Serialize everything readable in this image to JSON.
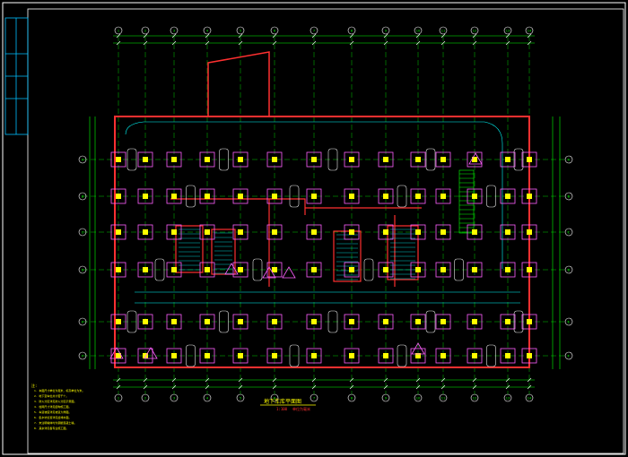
{
  "drawing": {
    "title": "地下车库平面图",
    "scale": "1:100",
    "scale_note": "单位为毫米"
  },
  "notes": {
    "heading": "注:",
    "items": [
      "1. 本图尺寸单位为毫米，标高单位为米。",
      "2. 地下室车位共计若干个。",
      "3. 防火分区详见防火分区示意图。",
      "4. 柱网尺寸详见结构施工图。",
      "5. 车道坡度详见坡道大样图。",
      "6. 集水坑位置详见给排水图。",
      "7. 未注明墙体均为钢筋混凝土墙。",
      "8. 其余详见各专业施工图。"
    ]
  },
  "grid_top": [
    "1",
    "2",
    "3",
    "4",
    "5",
    "6",
    "7",
    "8",
    "9",
    "10",
    "11",
    "12",
    "13",
    "14"
  ],
  "grid_left": [
    "A",
    "B",
    "C",
    "D",
    "E",
    "F"
  ],
  "colors": {
    "background": "#000000",
    "wall": "#ff3030",
    "column": "#ffff00",
    "pad": "#ff60ff",
    "car": "#e8e8e8",
    "dimension": "#00ff00",
    "ramp": "#00ffff",
    "title_bar": "#00bfff"
  }
}
